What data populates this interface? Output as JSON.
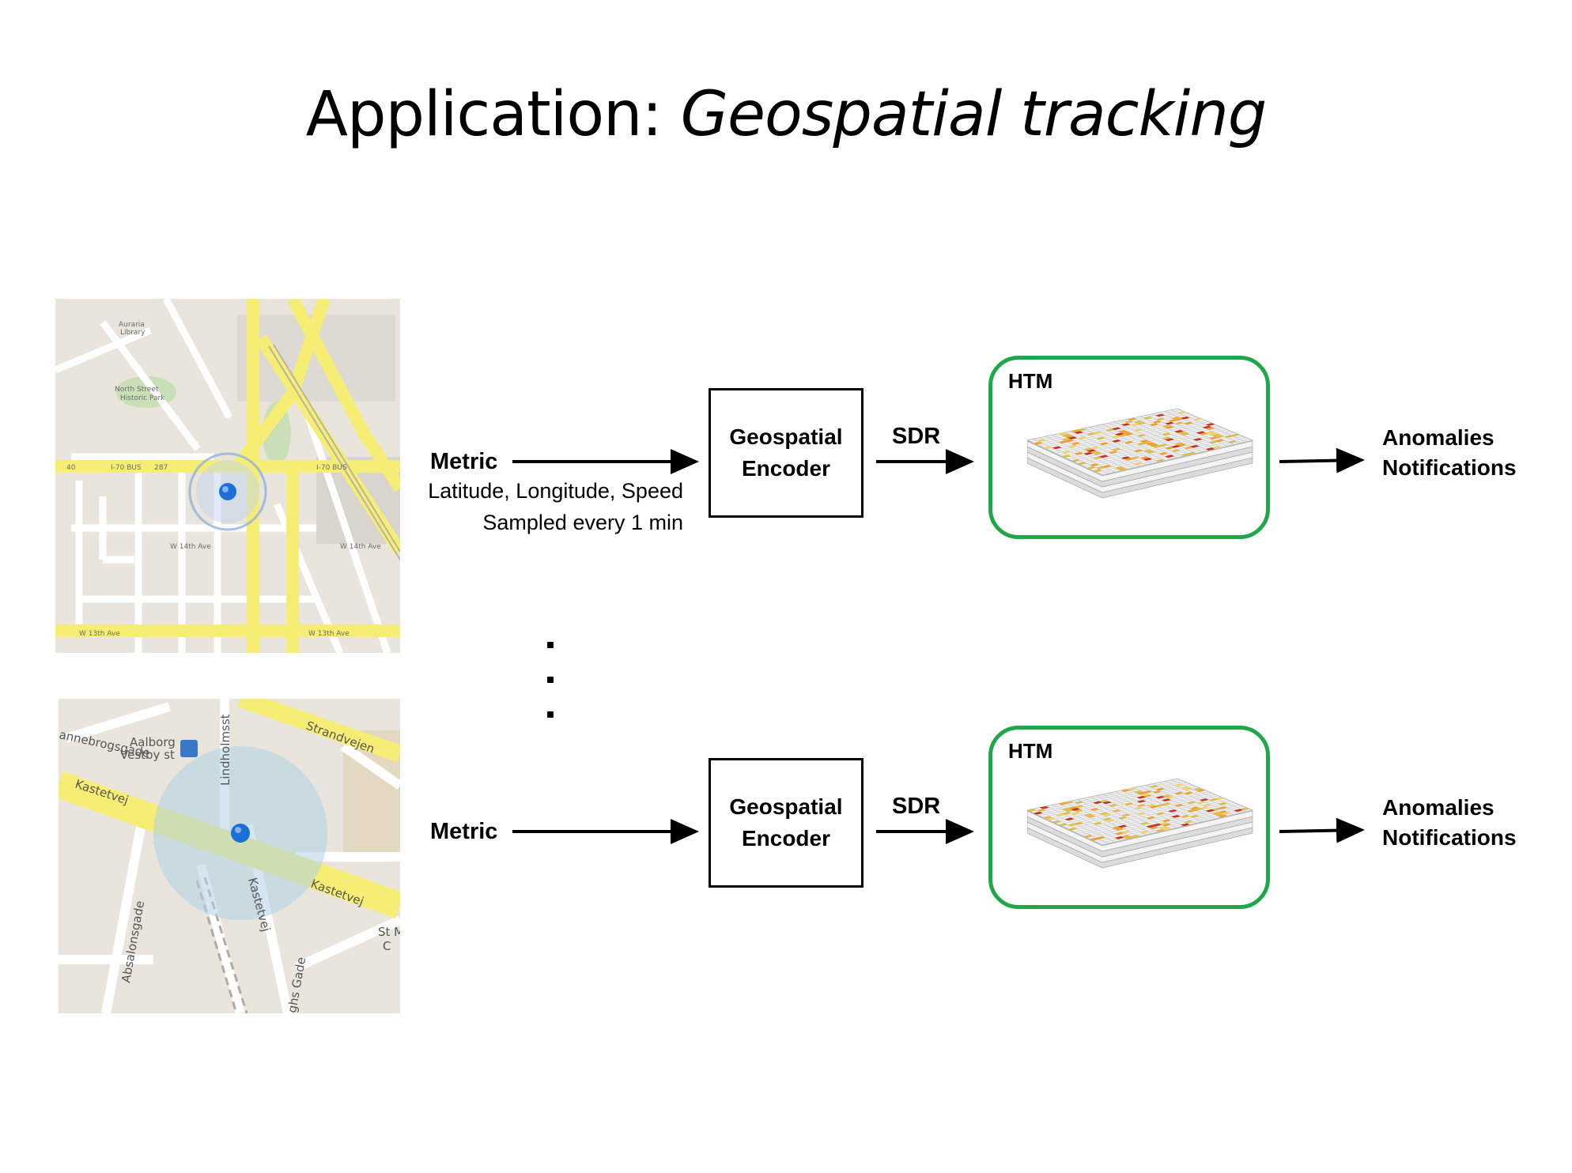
{
  "title": {
    "prefix": "Application: ",
    "emphasis": "Geospatial tracking"
  },
  "rows": [
    {
      "input_label": "Metric",
      "input_detail_1": "Latitude, Longitude, Speed",
      "input_detail_2": "Sampled every 1 min",
      "encoder_line1": "Geospatial",
      "encoder_line2": "Encoder",
      "sdr_label": "SDR",
      "htm_label": "HTM",
      "output_line1": "Anomalies",
      "output_line2": "Notifications"
    },
    {
      "input_label": "Metric",
      "encoder_line1": "Geospatial",
      "encoder_line2": "Encoder",
      "sdr_label": "SDR",
      "htm_label": "HTM",
      "output_line1": "Anomalies",
      "output_line2": "Notifications"
    }
  ],
  "map1": {
    "labels": [
      "North Street",
      "Historic Park",
      "Auraria",
      "Library",
      "I-70 BUS",
      "W 14th Ave",
      "W 13th Ave",
      "W 14th Ave",
      "W 13th Ave",
      "287",
      "40",
      "I-70 BUS"
    ]
  },
  "map2": {
    "labels": [
      "Strandvejen",
      "Aalborg",
      "Vestby st",
      "Kastetvej",
      "Kastetvej",
      "Lindholmsst",
      "Absalonsgade",
      "Kastetvej",
      "St M",
      "C",
      "ghs Gade",
      "annebrogsgade"
    ]
  },
  "colors": {
    "htm_border": "#1fa84a",
    "road": "#f6ee74",
    "map_bg": "#e9e5dc",
    "location": "#1b6fd6"
  }
}
